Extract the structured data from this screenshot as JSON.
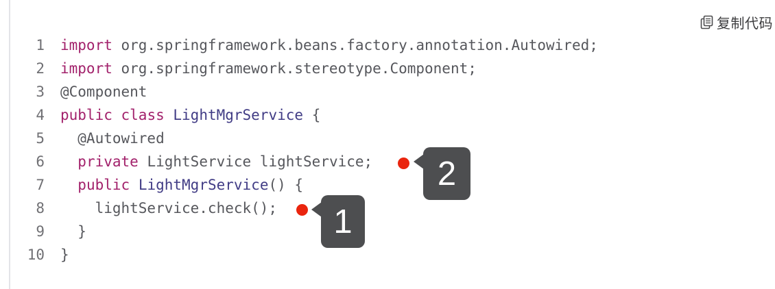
{
  "copy_button": {
    "label": "复制代码",
    "icon": "copy-pages"
  },
  "code": {
    "language": "java",
    "lines": [
      {
        "num": "1",
        "segments": [
          {
            "t": "import",
            "c": "k"
          },
          {
            "t": " org.springframework.beans.factory.annotation.Autowired;",
            "c": "p"
          }
        ]
      },
      {
        "num": "2",
        "segments": [
          {
            "t": "import",
            "c": "k"
          },
          {
            "t": " org.springframework.stereotype.Component;",
            "c": "p"
          }
        ]
      },
      {
        "num": "3",
        "segments": [
          {
            "t": "@Component",
            "c": "p"
          }
        ]
      },
      {
        "num": "4",
        "segments": [
          {
            "t": "public",
            "c": "k"
          },
          {
            "t": " ",
            "c": "p"
          },
          {
            "t": "class",
            "c": "k"
          },
          {
            "t": " ",
            "c": "p"
          },
          {
            "t": "LightMgrService",
            "c": "t"
          },
          {
            "t": " {",
            "c": "p"
          }
        ]
      },
      {
        "num": "5",
        "segments": [
          {
            "t": "  @Autowired",
            "c": "p"
          }
        ]
      },
      {
        "num": "6",
        "segments": [
          {
            "t": "  ",
            "c": "p"
          },
          {
            "t": "private",
            "c": "k"
          },
          {
            "t": " LightService lightService;",
            "c": "p"
          }
        ]
      },
      {
        "num": "7",
        "segments": [
          {
            "t": "  ",
            "c": "p"
          },
          {
            "t": "public",
            "c": "k"
          },
          {
            "t": " ",
            "c": "p"
          },
          {
            "t": "LightMgrService",
            "c": "t"
          },
          {
            "t": "() {",
            "c": "p"
          }
        ]
      },
      {
        "num": "8",
        "segments": [
          {
            "t": "    lightService.check();",
            "c": "p"
          }
        ]
      },
      {
        "num": "9",
        "segments": [
          {
            "t": "  }",
            "c": "p"
          }
        ]
      },
      {
        "num": "10",
        "segments": [
          {
            "t": "}",
            "c": "p"
          }
        ]
      }
    ]
  },
  "annotations": [
    {
      "label": "1",
      "points_to_line": "8"
    },
    {
      "label": "2",
      "points_to_line": "6"
    }
  ],
  "colors": {
    "keyword": "#a2216b",
    "class_name": "#413c85",
    "plain_code": "#56575c",
    "line_number": "#707074",
    "marker_dot": "#ea250e",
    "marker_bubble": "#4d4e50",
    "left_rule": "#e3e4e8",
    "background": "#ffffff"
  }
}
